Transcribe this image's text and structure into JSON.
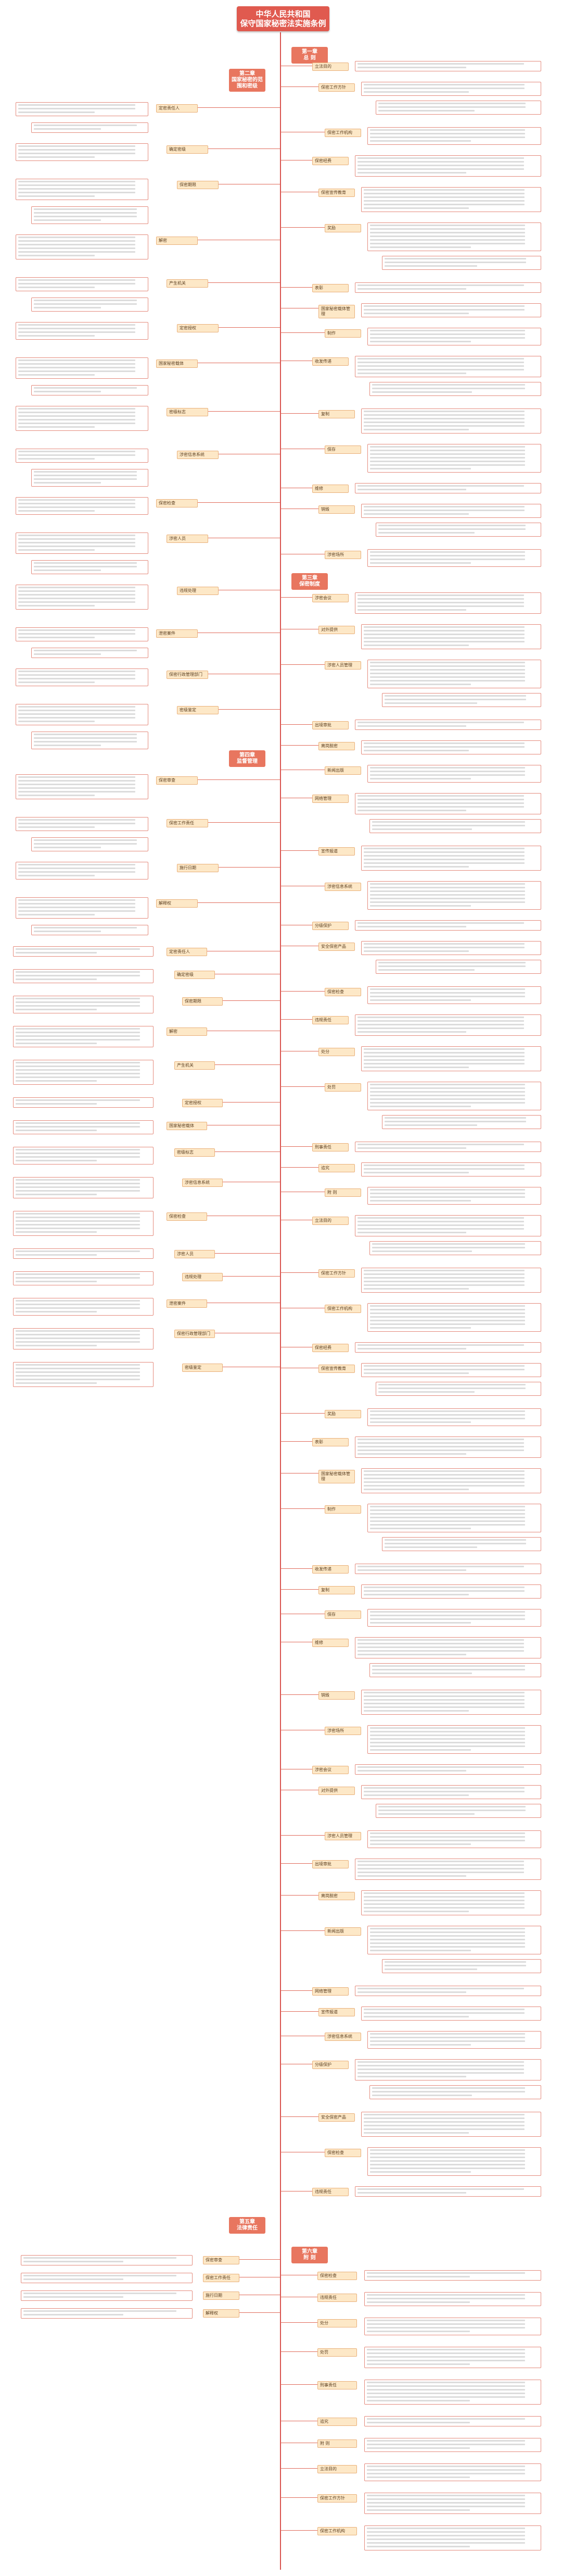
{
  "title": "中华人民共和国\n保守国家秘密法实施条例",
  "chapters": [
    {
      "label": "第一章\n总 则"
    },
    {
      "label": "第二章\n国家秘密的范围和密级"
    },
    {
      "label": "第三章\n保密制度"
    },
    {
      "label": "第四章\n监督管理"
    },
    {
      "label": "第五章\n法律责任"
    },
    {
      "label": "第六章\n附 则"
    }
  ],
  "left_topics": [
    "定密责任人",
    "确定密级",
    "保密期限",
    "解密",
    "产生机关",
    "定密授权",
    "国家秘密载体",
    "密级标志",
    "涉密信息系统",
    "保密检查",
    "涉密人员",
    "违规处理",
    "泄密案件",
    "保密行政管理部门",
    "密级鉴定",
    "保密审查",
    "保密工作责任",
    "施行日期",
    "解释权"
  ],
  "right_topics": [
    "立法目的",
    "保密工作方针",
    "保密工作机构",
    "保密经费",
    "保密宣传教育",
    "奖励",
    "表彰",
    "国家秘密载体管理",
    "制作",
    "收发传递",
    "复制",
    "保存",
    "维修",
    "销毁",
    "涉密场所",
    "涉密会议",
    "对外提供",
    "涉密人员管理",
    "出境审批",
    "离岗脱密",
    "新闻出版",
    "网络管理",
    "宣传报道",
    "涉密信息系统",
    "分级保护",
    "安全保密产品",
    "保密检查",
    "违规责任",
    "处分",
    "处罚",
    "刑事责任",
    "追究",
    "附 则"
  ]
}
